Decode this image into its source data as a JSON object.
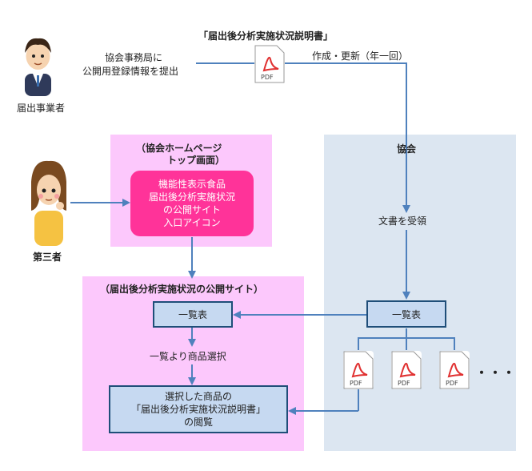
{
  "title": "「届出後分析実施状況説明書」",
  "submitter": {
    "label": "届出事業者",
    "note_line1": "協会事務局に",
    "note_line2": "公開用登録情報を提出"
  },
  "create_update": "作成・更新（年一回）",
  "kyokai": {
    "label": "協会",
    "receive": "文書を受領",
    "list": "一覧表"
  },
  "third_party": {
    "label": "第三者"
  },
  "homepage": {
    "title_line1": "（協会ホームページ",
    "title_line2": "トップ画面）",
    "icon_lines": [
      "機能性表示食品",
      "届出後分析実施状況",
      "の公開サイト",
      "入口アイコン"
    ]
  },
  "public_site": {
    "title": "（届出後分析実施状況の公開サイト）",
    "list": "一覧表",
    "select": "一覧より商品選択",
    "view_lines": [
      "選択した商品の",
      "「届出後分析実施状況説明書」",
      "の閲覧"
    ]
  },
  "pdf_label": "PDF",
  "ellipsis": "・・・",
  "colors": {
    "pink_region": "#fcc8fc",
    "blue_region": "#dce6f1",
    "icon_pink": "#ff3399",
    "box_blue": "#c6d9f1",
    "box_border": "#1f4e79",
    "arrow": "#4f81bd",
    "pdf_red": "#e03030"
  }
}
